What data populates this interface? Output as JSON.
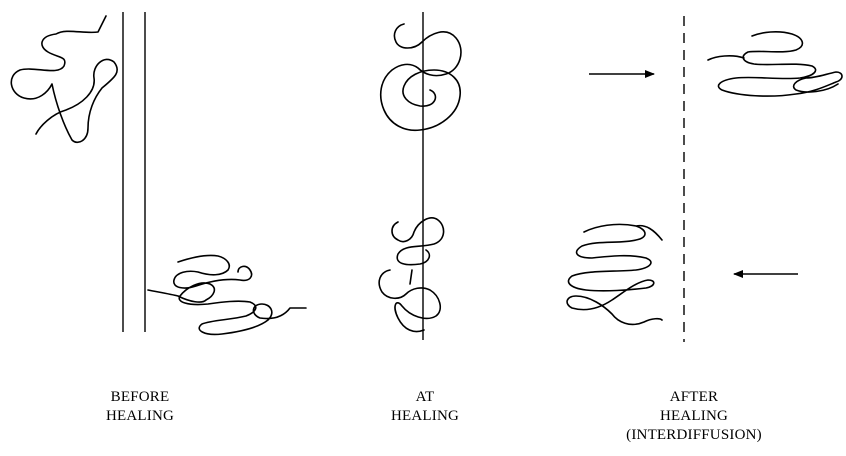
{
  "panels": {
    "before": {
      "line1": "BEFORE",
      "line2": "HEALING"
    },
    "at": {
      "line1": "AT",
      "line2": "HEALING"
    },
    "after": {
      "line1": "AFTER",
      "line2": "HEALING",
      "line3": "(INTERDIFFUSION)"
    }
  }
}
